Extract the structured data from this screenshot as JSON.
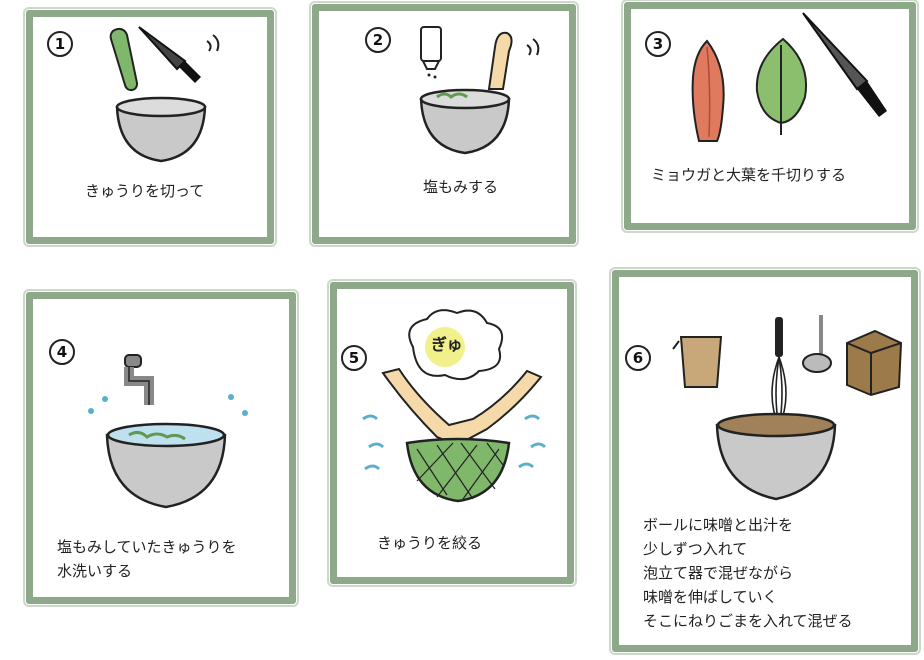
{
  "steps": [
    {
      "number": "1",
      "caption": "きゅうりを切って"
    },
    {
      "number": "2",
      "caption": "塩もみする"
    },
    {
      "number": "3",
      "caption": "ミョウガと大葉を千切りする"
    },
    {
      "number": "4",
      "caption_lines": [
        "塩もみしていたきゅうりを",
        "水洗いする"
      ]
    },
    {
      "number": "5",
      "caption": "きゅうりを絞る",
      "sound": "ぎゅ"
    },
    {
      "number": "6",
      "caption_lines": [
        "ボールに味噌と出汁を",
        "少しずつ入れて",
        "泡立て器で混ぜながら",
        "味噌を伸ばしていく",
        "そこにねりごまを入れて混ぜる"
      ]
    }
  ],
  "colors": {
    "panel_border": "#8ea88a",
    "bowl": "#c9c9c9",
    "cucumber": "#7fb86a",
    "water": "#5aaecf",
    "myoga": "#e07a5f",
    "shiso": "#8cbf6d",
    "skin": "#f5d9a8",
    "miso": "#a0815a"
  },
  "icons": [
    "cucumber-icon",
    "knife-icon",
    "bowl-icon",
    "salt-shaker-icon",
    "hand-icon",
    "myoga-icon",
    "shiso-leaf-icon",
    "faucet-icon",
    "water-drop-icon",
    "strainer-icon",
    "thought-bubble-icon",
    "measuring-cup-icon",
    "whisk-icon",
    "ladle-icon",
    "sesame-jar-icon"
  ]
}
